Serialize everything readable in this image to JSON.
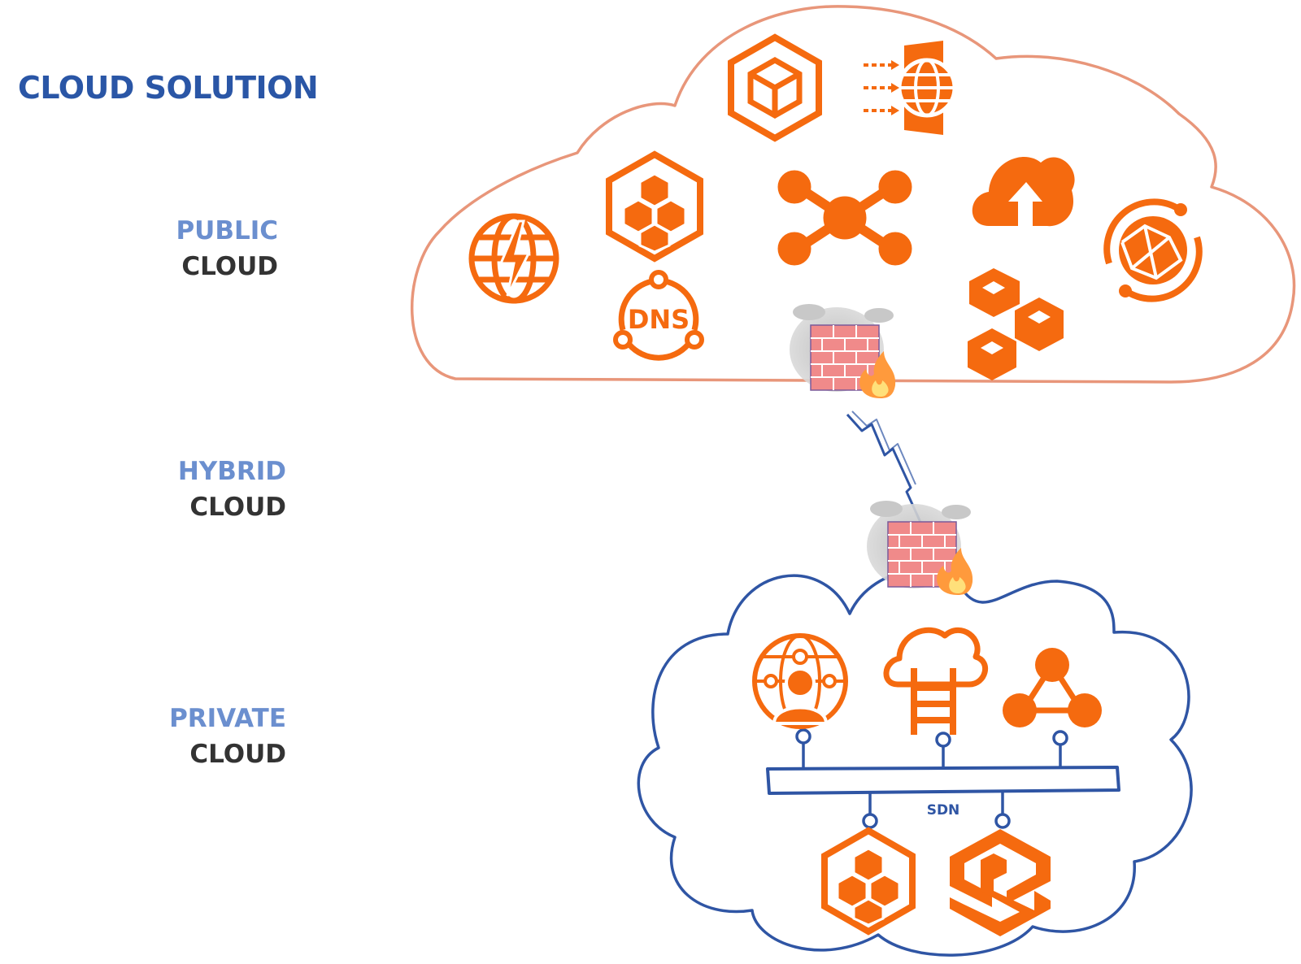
{
  "title": "CLOUD SOLUTION",
  "labels": {
    "public": {
      "line1": "PUBLIC",
      "line2": "CLOUD"
    },
    "hybrid": {
      "line1": "HYBRID",
      "line2": "CLOUD"
    },
    "private": {
      "line1": "PRIVATE",
      "line2": "CLOUD"
    }
  },
  "dns_text": "DNS",
  "sdn_text": "SDN",
  "colors": {
    "title": "#2a56a6",
    "label_accent": "#6b8fcf",
    "label_dark": "#333333",
    "icon": "#f56a0f",
    "public_cloud_outline": "#e8967a",
    "private_cloud_outline": "#2f55a4",
    "firewall_brick": "#f08a8a"
  },
  "icons": {
    "public": [
      "container-service-icon",
      "gateway-globe-icon",
      "cube-cluster-icon",
      "network-hub-icon",
      "cloud-upload-icon",
      "global-network-icon",
      "cdn-globe-icon",
      "dns-icon",
      "blocks-icon"
    ],
    "private": [
      "user-network-icon",
      "cloud-ladder-icon",
      "triangle-nodes-icon",
      "cube-cluster-icon",
      "s-shape-icon"
    ],
    "firewalls": [
      "firewall-public-icon",
      "firewall-private-icon"
    ]
  }
}
